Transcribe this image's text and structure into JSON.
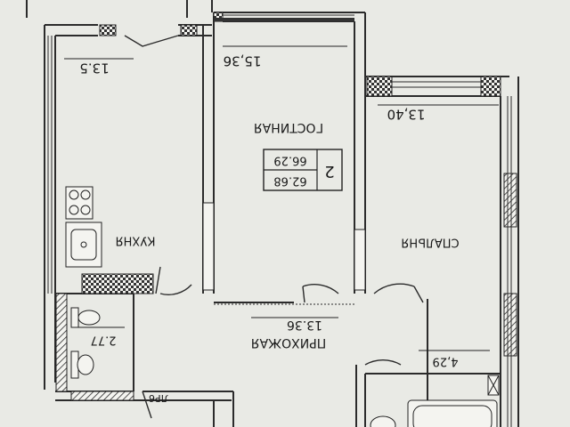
{
  "plan": {
    "rooms": {
      "kitchen": {
        "name": "КУХНЯ",
        "area": "13.5"
      },
      "living": {
        "name": "ГОСТИНАЯ",
        "area": "15,36"
      },
      "bedroom": {
        "name": "СПАЛЬНЯ",
        "area": "13,40"
      },
      "hall": {
        "name": "ПРИХОЖАЯ",
        "area": "13.36"
      },
      "wc": {
        "area": "2.77"
      },
      "bath": {
        "area": "4,29"
      }
    },
    "apartment": {
      "rooms_count": "2",
      "living_area": "62.68",
      "total_area": "66.29"
    },
    "stair_label": "ЛР6"
  }
}
